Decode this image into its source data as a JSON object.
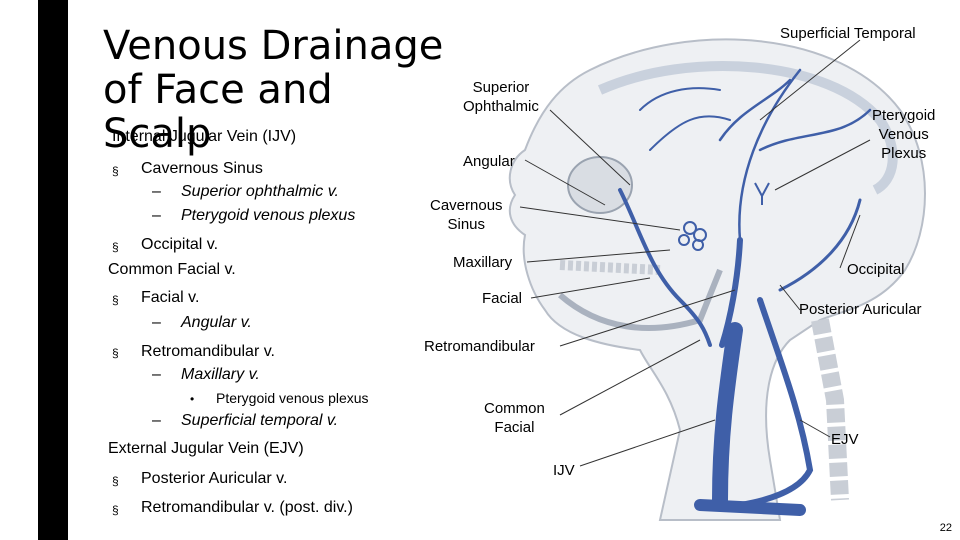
{
  "title": "Venous Drainage\nof Face and\nScalp",
  "outline": {
    "ijv_heading": "Internal Jugular Vein (IJV)",
    "cavernous": "Cavernous Sinus",
    "sup_ophthalmic": "Superior ophthalmic v.",
    "pterygoid_plexus": "Pterygoid venous plexus",
    "occipital": "Occipital v.",
    "common_facial": "Common Facial v.",
    "facial": "Facial v.",
    "angular": "Angular v.",
    "retromandibular": "Retromandibular v.",
    "maxillary": "Maxillary v.",
    "pterygoid_plexus_2": "Pterygoid venous plexus",
    "sup_temporal": "Superficial temporal v.",
    "ejv_heading": "External Jugular Vein (EJV)",
    "post_auricular": "Posterior Auricular v.",
    "retro_post": "Retromandibular v. (post. div.)"
  },
  "markers": {
    "square": "§",
    "dash": "–",
    "dot": "•"
  },
  "labels": {
    "superficial_temporal": "Superficial Temporal",
    "superior_ophthalmic": "Superior\nOphthalmic",
    "pterygoid_venous_plexus": "Pterygoid\nVenous\nPlexus",
    "angular": "Angular",
    "cavernous_sinus": "Cavernous\nSinus",
    "maxillary": "Maxillary",
    "occipital": "Occipital",
    "facial": "Facial",
    "posterior_auricular": "Posterior Auricular",
    "retromandibular": "Retromandibular",
    "common_facial": "Common\nFacial",
    "ejv": "EJV",
    "ijv": "IJV"
  },
  "slide_number": "22",
  "colors": {
    "vein": "#3f5fa8",
    "bone": "#d9dde3",
    "skin": "#eef0f3"
  }
}
